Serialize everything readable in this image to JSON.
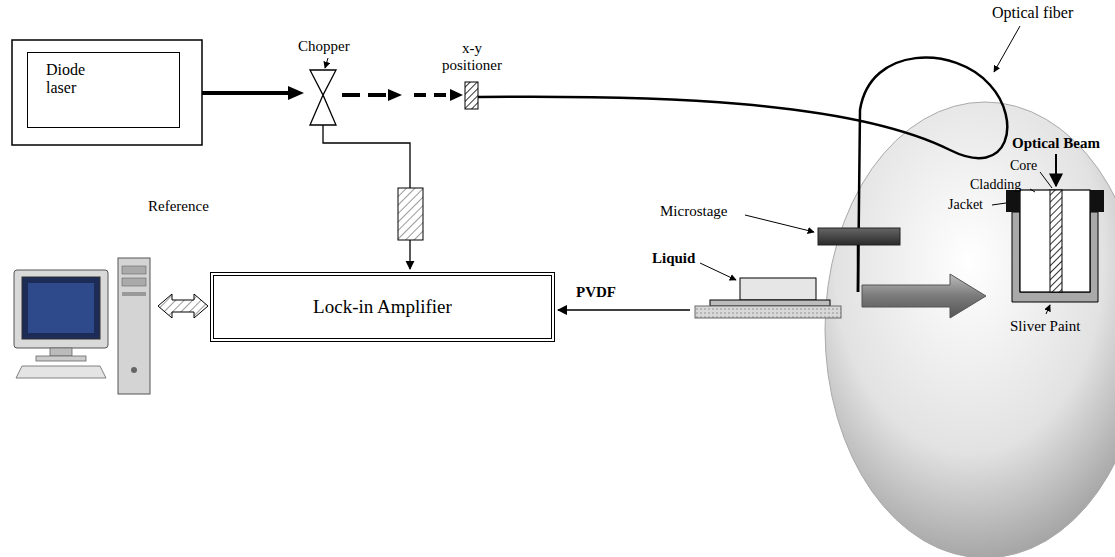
{
  "diagram": {
    "nodes": [
      {
        "text": [
          "Diode laser"
        ]
      },
      {
        "text": [
          "Lock-in Amplifier"
        ]
      }
    ],
    "labels": [
      "Optical fiber",
      "x-y positioner",
      "Chopper",
      "Reference",
      "Microstage",
      "Liquid",
      "PVDF",
      "Optical Beam",
      "Core",
      "Cladding",
      "Jacket",
      "Sliver Paint"
    ]
  }
}
